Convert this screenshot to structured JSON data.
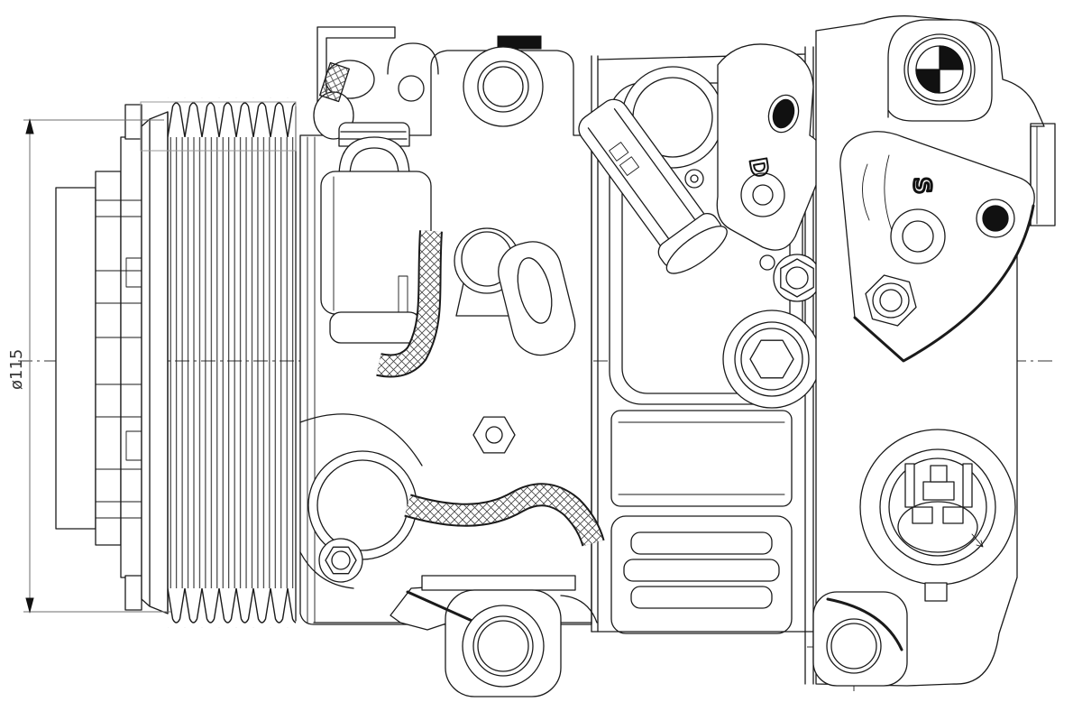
{
  "drawing": {
    "kind": "engineering-line-drawing",
    "subject": "automotive A/C compressor, side view with belt pulley",
    "dimension_label": "ø115",
    "port_mark_d": "D",
    "port_mark_s": "S",
    "colors": {
      "line": "#1a1a1a",
      "phantom_line": "#9a9a9a",
      "background": "#ffffff",
      "dark_fill": "#111111"
    }
  }
}
